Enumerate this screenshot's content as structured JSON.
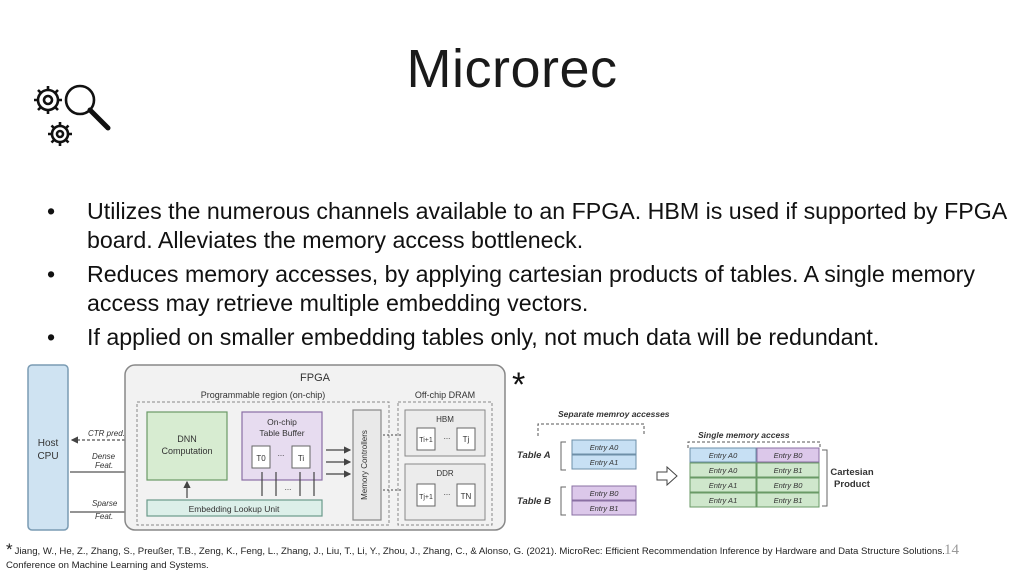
{
  "slide": {
    "title": "Microrec",
    "bullets": [
      "Utilizes the numerous channels available to an FPGA. HBM is used if supported by FPGA board. Alleviates the memory access bottleneck.",
      "Reduces memory accesses, by applying cartesian products of tables. A single memory access may retrieve multiple embedding vectors.",
      "If applied on smaller embedding tables only, not much data will be redundant."
    ],
    "bullet_char": "•",
    "asterisk": "*",
    "footnote_marker": "*",
    "footnote": "Jiang, W., He, Z., Zhang, S., Preußer, T.B., Zeng, K., Feng, L., Zhang, J., Liu, T., Li, Y., Zhou, J., Zhang, C., & Alonso, G. (2021). MicroRec: Efficient Recommendation Inference by Hardware and Data Structure Solutions. Conference on Machine Learning and Systems.",
    "page_number": "14",
    "icon": "gears-magnifier-icon"
  },
  "diagram": {
    "host_cpu": [
      "Host",
      "CPU"
    ],
    "ctr_pred": "CTR pred.",
    "dense_feat": [
      "Dense",
      "Feat."
    ],
    "sparse_feat": [
      "Sparse",
      "Feat."
    ],
    "fpga": "FPGA",
    "programmable_region": "Programmable region (on-chip)",
    "dnn": [
      "DNN",
      "Computation"
    ],
    "onchip_buffer": [
      "On-chip",
      "Table Buffer"
    ],
    "t0": "T0",
    "ti": "Ti",
    "ellipsis": "...",
    "embedding_lookup": "Embedding Lookup Unit",
    "memory_controllers": "Memory Controllers",
    "offchip_dram": "Off-chip DRAM",
    "hbm": "HBM",
    "ti1": "Ti+1",
    "tj": "Tj",
    "ddr": "DDR",
    "tj1": "Tj+1",
    "tn": "TN",
    "separate_access": "Separate memroy accesses",
    "single_access": "Single memory access",
    "table_a": "Table A",
    "table_b": "Table B",
    "entry_a0": "Entry A0",
    "entry_a1": "Entry A1",
    "entry_b0": "Entry B0",
    "entry_b1": "Entry B1",
    "cartesian": [
      "Cartesian",
      "Product"
    ],
    "colors": {
      "host": "#cfe3f2",
      "dnn": "#d7ecd1",
      "buffer": "#e7dcf0",
      "lookup": "#dcefe9",
      "entry_a": "#c7e0f4",
      "entry_b": "#dcc8ea",
      "entry_green": "#cfe7cc"
    }
  }
}
